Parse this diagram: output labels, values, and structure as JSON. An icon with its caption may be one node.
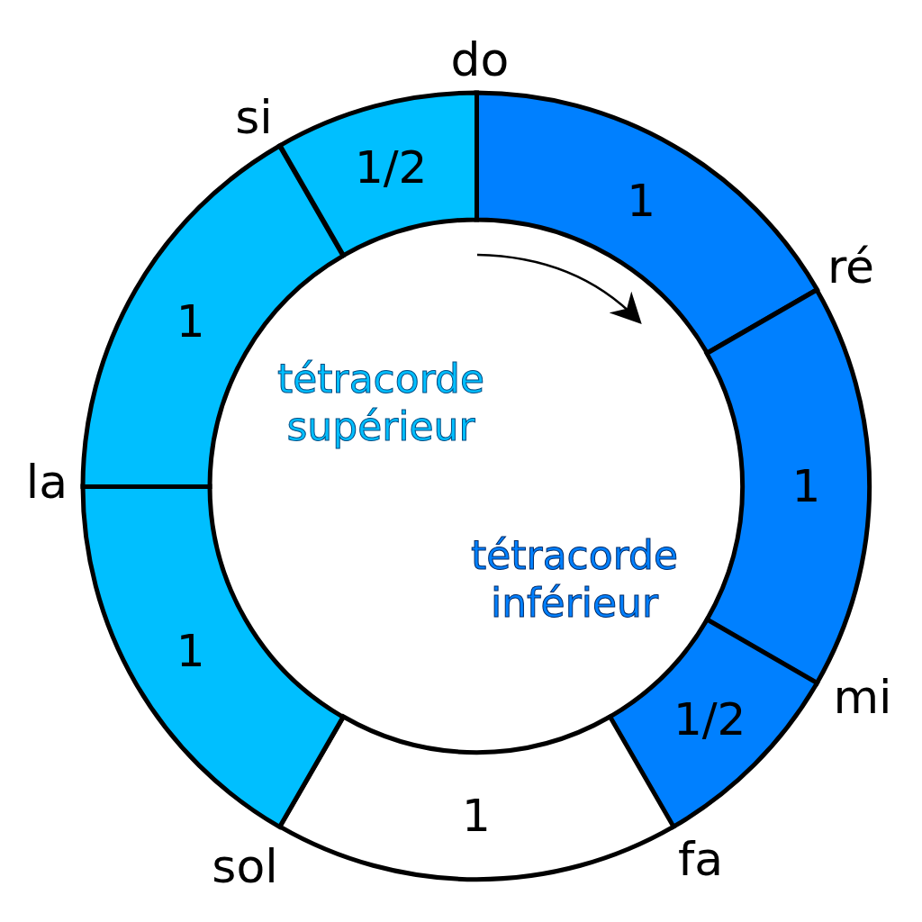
{
  "diagram": {
    "nodes": [
      {
        "text": [
          "1"
        ]
      },
      {
        "text": [
          "1"
        ]
      },
      {
        "text": [
          "1/2"
        ]
      },
      {
        "text": [
          "1"
        ]
      },
      {
        "text": [
          "1"
        ]
      },
      {
        "text": [
          "1"
        ]
      },
      {
        "text": [
          "1/2"
        ]
      }
    ],
    "labels": [
      "do",
      "ré",
      "mi",
      "fa",
      "sol",
      "la",
      "si",
      "tétracorde supérieur",
      "tétracorde inférieur"
    ]
  }
}
